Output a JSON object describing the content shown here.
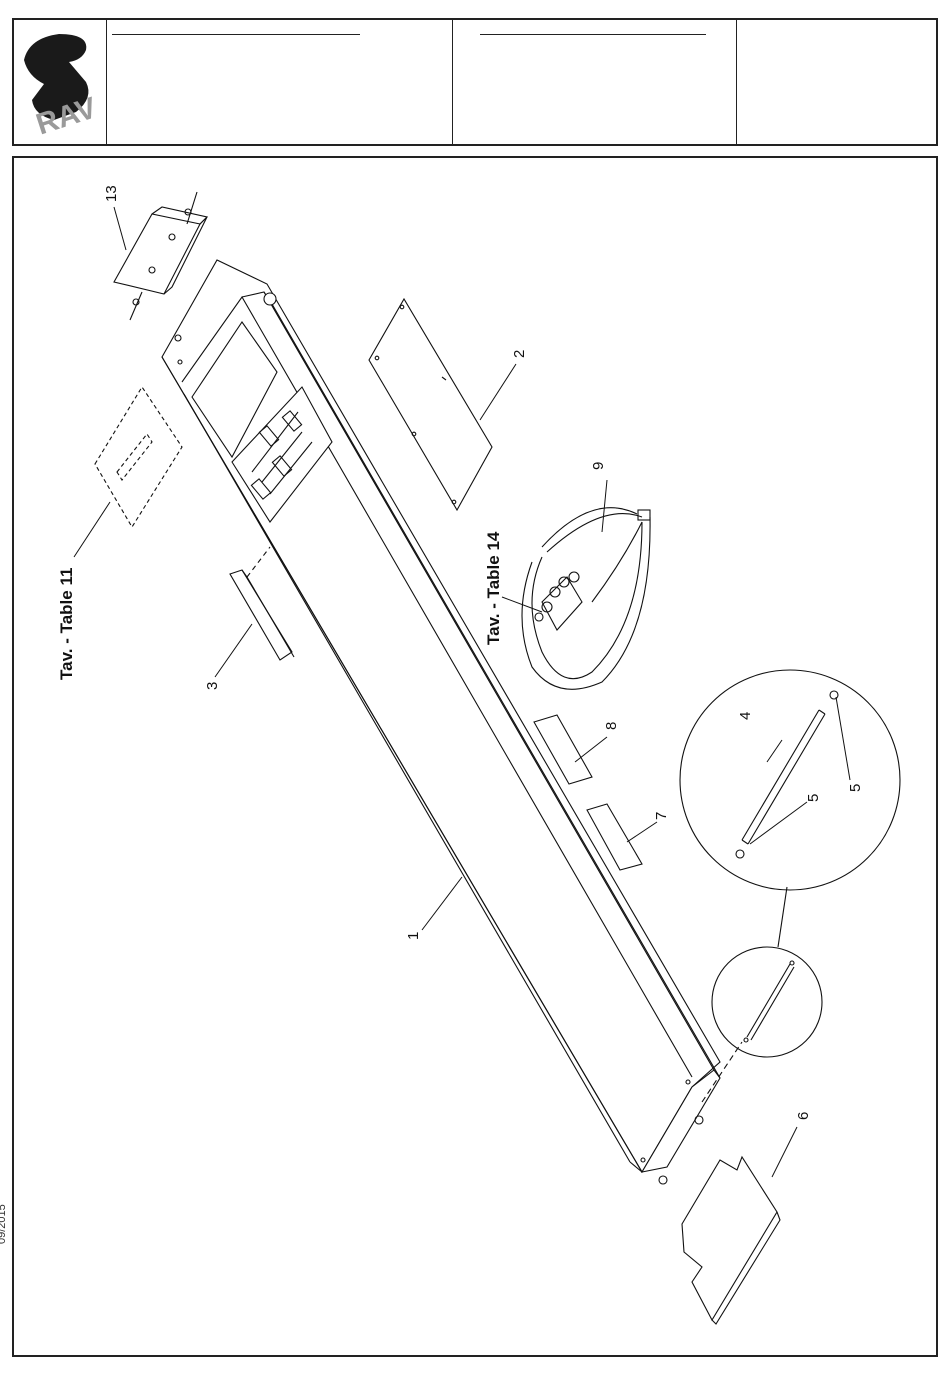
{
  "header": {
    "logo_text": "RAV"
  },
  "side_date": "09/2015",
  "callouts": {
    "c1": "1",
    "c2": "2",
    "c3": "3",
    "c4": "4",
    "c5a": "5",
    "c5b": "5",
    "c6": "6",
    "c7": "7",
    "c8": "8",
    "c9": "9",
    "c13": "13"
  },
  "references": {
    "table11": "Tav. - Table 11",
    "table14": "Tav. - Table 14"
  }
}
